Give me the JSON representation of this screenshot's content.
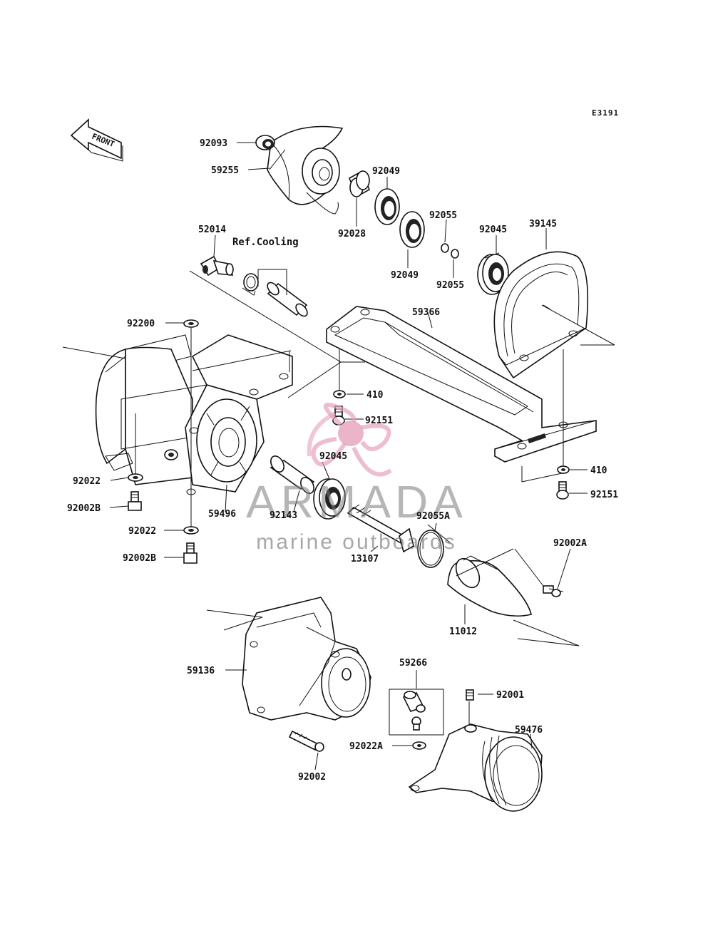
{
  "diagram_code": "E3191",
  "front_label": "FRONT",
  "ref_cooling": "Ref.Cooling",
  "watermark": {
    "title": "ARMADA",
    "subtitle": "marine outboards",
    "color_text": "#7a7a7a",
    "color_logo": "#e6a1bd"
  },
  "part_numbers": {
    "p92093": "92093",
    "p59255": "59255",
    "p92049a": "92049",
    "p92028": "92028",
    "p92049b": "92049",
    "p92055a": "92055",
    "p92055b": "92055",
    "p92045a": "92045",
    "p39145": "39145",
    "p52014": "52014",
    "p92200": "92200",
    "p59366": "59366",
    "p410a": "410",
    "p92151a": "92151",
    "p92045b": "92045",
    "p92022a": "92022",
    "p92002Ba": "92002B",
    "p59496": "59496",
    "p92143": "92143",
    "p92055A": "92055A",
    "p410b": "410",
    "p92151b": "92151",
    "p92022b": "92022",
    "p92002Bb": "92002B",
    "p13107": "13107",
    "p92002A": "92002A",
    "p11012": "11012",
    "p59136": "59136",
    "p59266": "59266",
    "p92001": "92001",
    "p59476": "59476",
    "p92022A": "92022A",
    "p92002": "92002"
  }
}
